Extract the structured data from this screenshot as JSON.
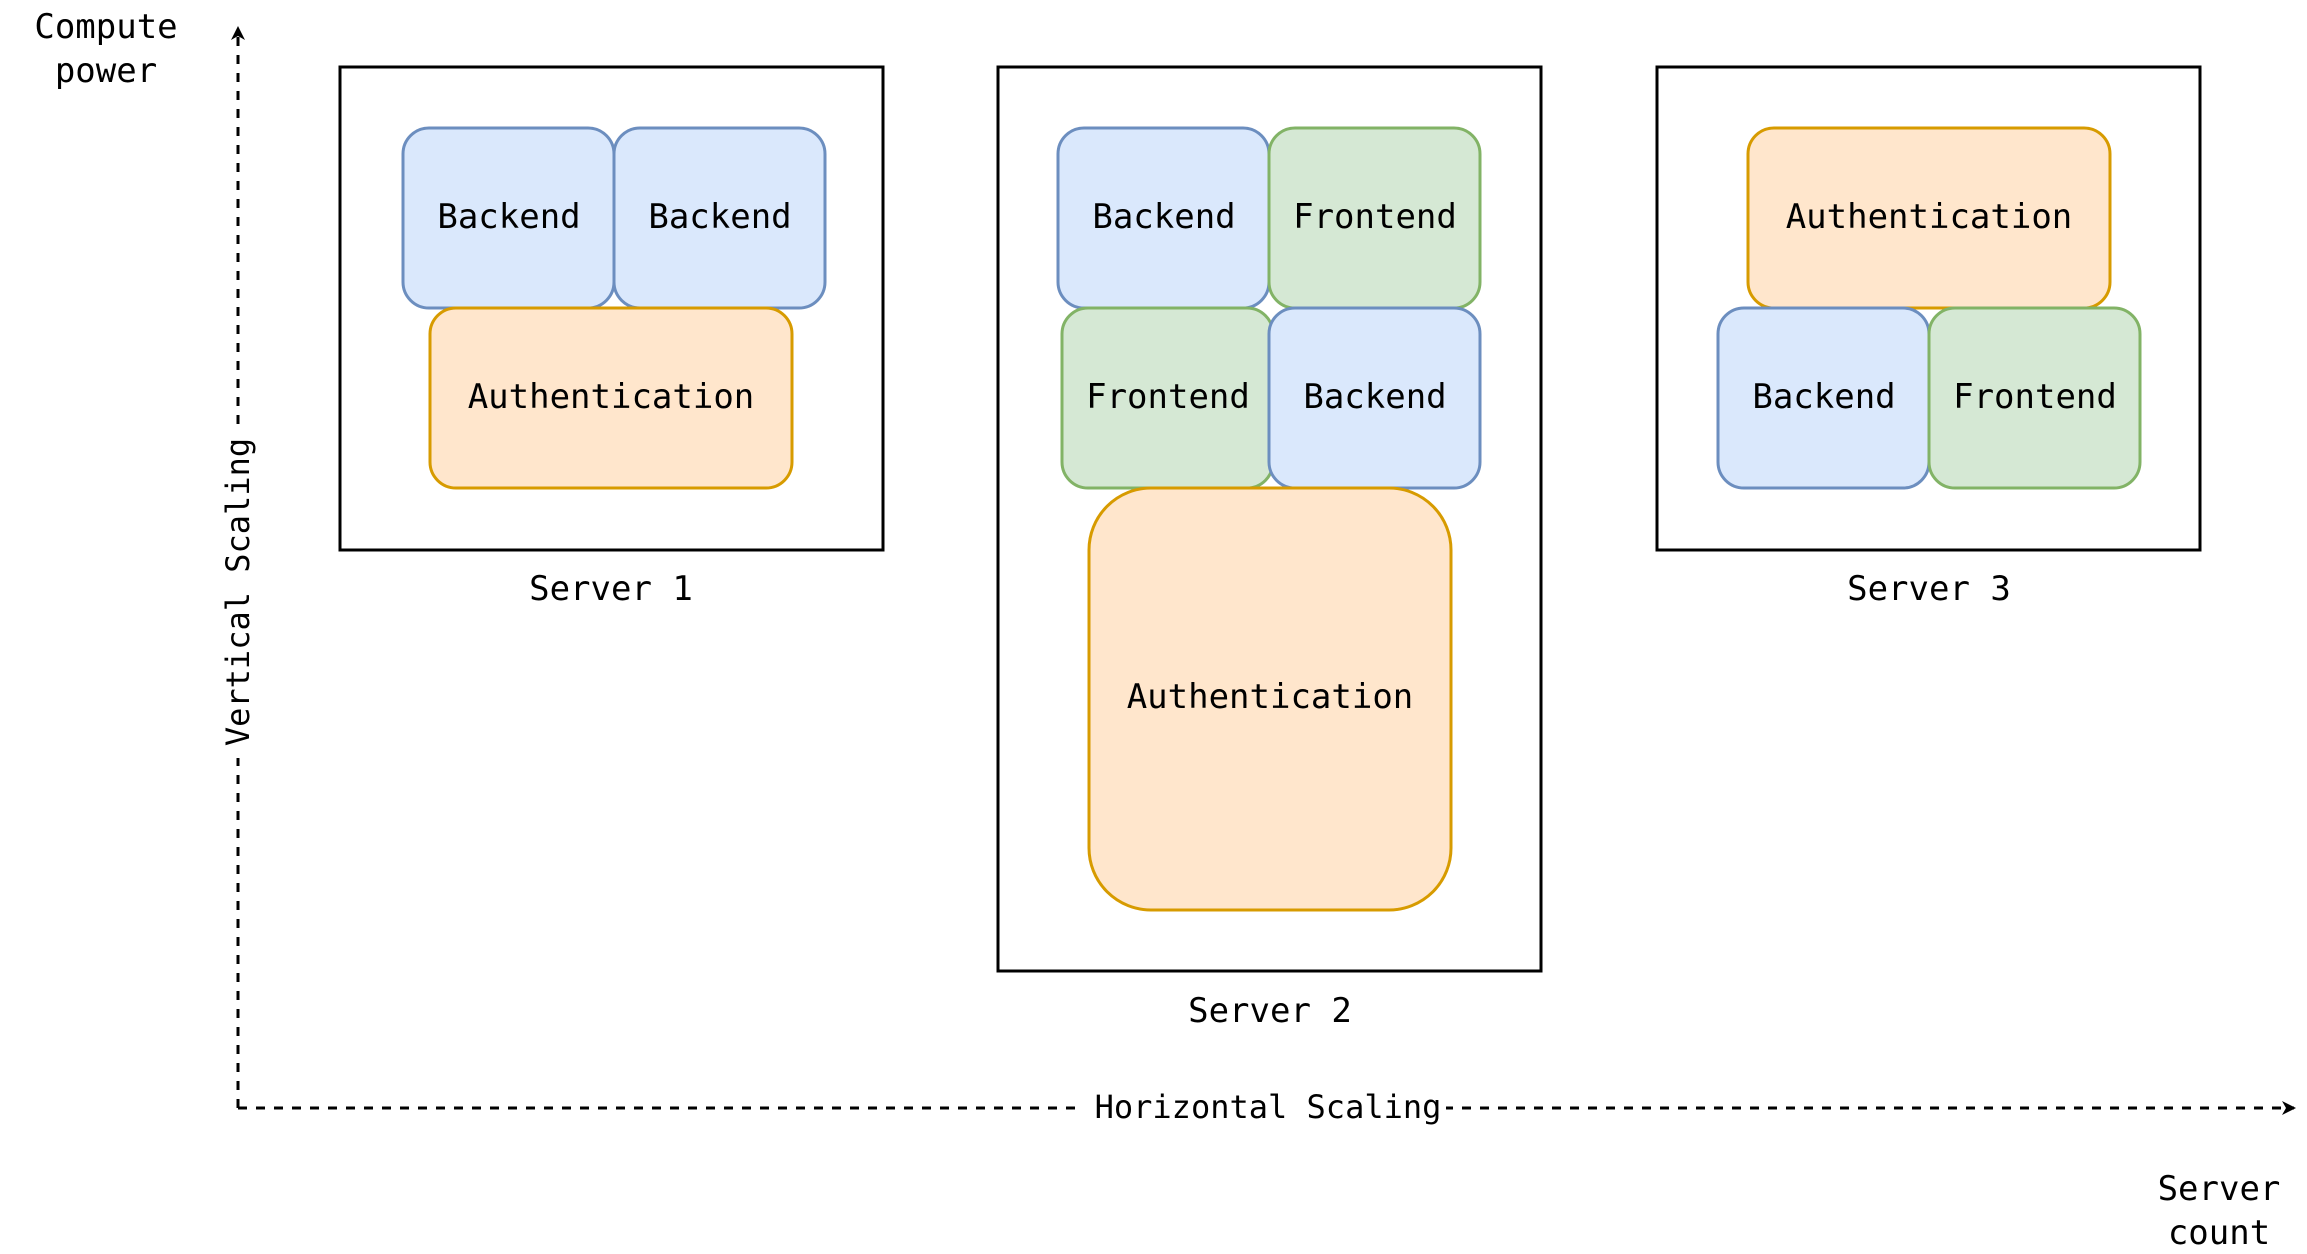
{
  "axes": {
    "y_label_lines": [
      "Compute",
      "power"
    ],
    "x_label_lines": [
      "Server",
      "count"
    ],
    "vertical_axis_label": "Vertical Scaling",
    "horizontal_axis_label": "Horizontal Scaling"
  },
  "servers": [
    {
      "name": "Server 1",
      "services": [
        {
          "label": "Backend",
          "kind": "backend"
        },
        {
          "label": "Backend",
          "kind": "backend"
        },
        {
          "label": "Authentication",
          "kind": "authentication"
        }
      ]
    },
    {
      "name": "Server 2",
      "services": [
        {
          "label": "Backend",
          "kind": "backend"
        },
        {
          "label": "Frontend",
          "kind": "frontend"
        },
        {
          "label": "Frontend",
          "kind": "frontend"
        },
        {
          "label": "Backend",
          "kind": "backend"
        },
        {
          "label": "Authentication",
          "kind": "authentication"
        }
      ]
    },
    {
      "name": "Server 3",
      "services": [
        {
          "label": "Authentication",
          "kind": "authentication"
        },
        {
          "label": "Backend",
          "kind": "backend"
        },
        {
          "label": "Frontend",
          "kind": "frontend"
        }
      ]
    }
  ],
  "colors": {
    "backend_fill": "#dae8fc",
    "backend_stroke": "#6c8ebf",
    "frontend_fill": "#d5e8d4",
    "frontend_stroke": "#82b366",
    "authentication_fill": "#ffe6cc",
    "authentication_stroke": "#d79b00",
    "server_stroke": "#000000"
  }
}
